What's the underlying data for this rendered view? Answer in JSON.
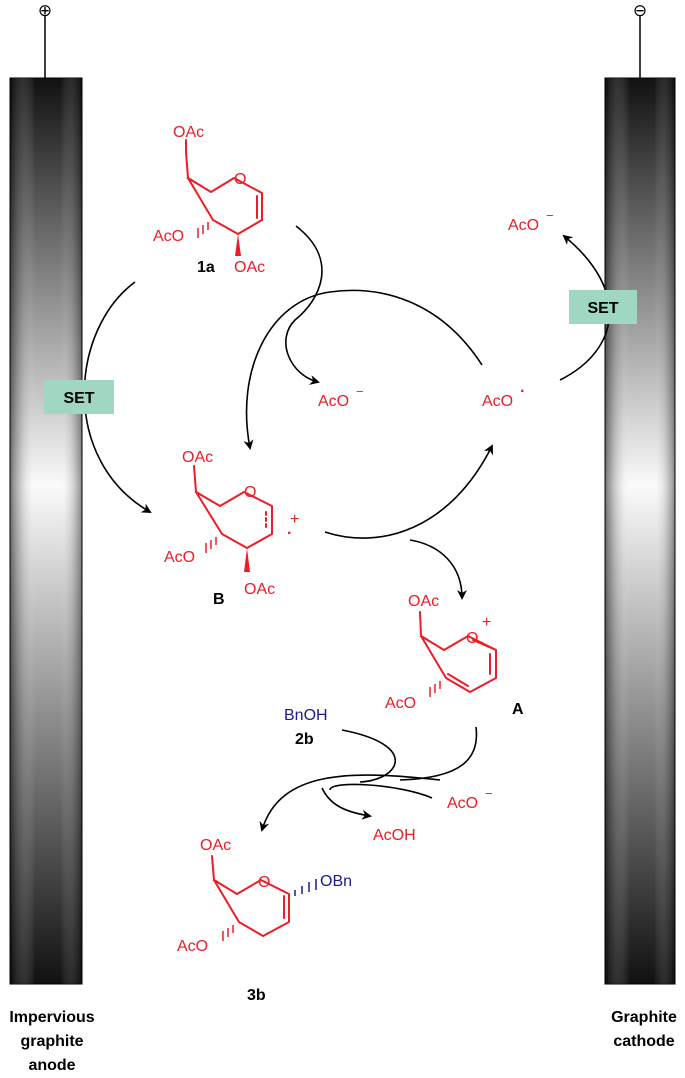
{
  "electrodes": {
    "anode_sign": "⊕",
    "cathode_sign": "⊖",
    "anode_label": [
      "Impervious",
      "graphite",
      "anode"
    ],
    "cathode_label": [
      "Graphite",
      "cathode"
    ]
  },
  "set_boxes": {
    "left": "SET",
    "right": "SET"
  },
  "compounds": {
    "1a": {
      "id": "1a",
      "oac_top": "OAc",
      "oac_left": "AcO",
      "oac_bottom": "OAc",
      "ring_o": "O"
    },
    "B": {
      "id": "B",
      "oac_top": "OAc",
      "oac_left": "AcO",
      "oac_bottom": "OAc",
      "ring_o": "O",
      "charge": "+"
    },
    "A": {
      "id": "A",
      "oac_top": "OAc",
      "oac_left": "AcO",
      "ring_o": "O",
      "charge": "+"
    },
    "3b": {
      "id": "3b",
      "oac_top": "OAc",
      "oac_left": "AcO",
      "ring_o": "O",
      "obn": "OBn"
    },
    "2b": {
      "id": "2b",
      "name": "BnOH"
    }
  },
  "species": {
    "aco_minus_center": "AcO",
    "aco_radical": "AcO",
    "aco_minus_top_right": "AcO",
    "aco_minus_bottom": "AcO",
    "acoh": "AcOH",
    "minus": "−",
    "radical_dot": "·"
  },
  "colors": {
    "compound": "#ee1c25",
    "reagent": "#1a1a8c",
    "set_box": "#9fd7c2"
  }
}
